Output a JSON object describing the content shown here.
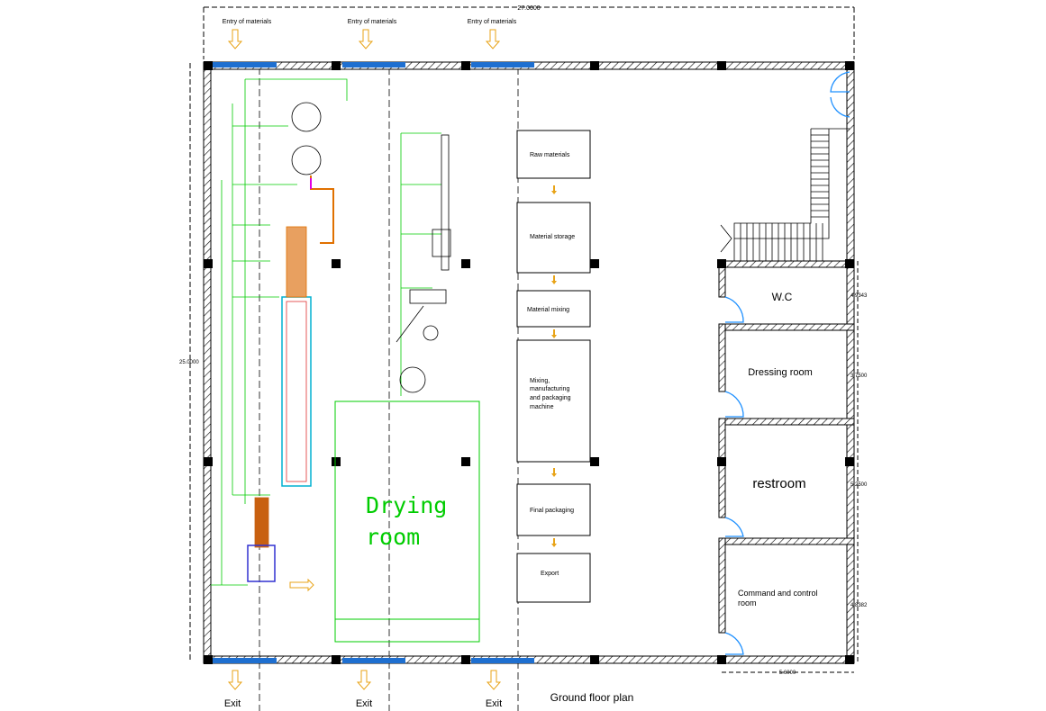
{
  "title": "Ground floor plan",
  "dimensions": {
    "top": "27.0000",
    "left": "25.0000",
    "bottom_right": "5.6000",
    "right": [
      "4.9343",
      "3.7500",
      "5.2500",
      "4.8382"
    ]
  },
  "entries": [
    "Entry of materials",
    "Entry of materials",
    "Entry of materials"
  ],
  "exits": [
    "Exit",
    "Exit",
    "Exit"
  ],
  "drying_room": {
    "line1": "Drying",
    "line2": "room"
  },
  "flow_steps": [
    "Raw materials",
    "Material storage",
    "Material mixing",
    "Mixing, manufacturing and packaging machine",
    "Final packaging",
    "Export"
  ],
  "flow_lines": {
    "mixing": [
      "Mixing,",
      "manufacturing",
      "and packaging",
      "machine"
    ]
  },
  "rooms": [
    "W.C",
    "Dressing room",
    "restroom",
    "Command and control room"
  ],
  "command_lines": [
    "Command and control",
    "room"
  ],
  "colors": {
    "wall": "#000000",
    "window": "#1e6fd0",
    "equipment": "#00cc00",
    "arrow": "#e8a317",
    "door": "#1e90ff"
  }
}
